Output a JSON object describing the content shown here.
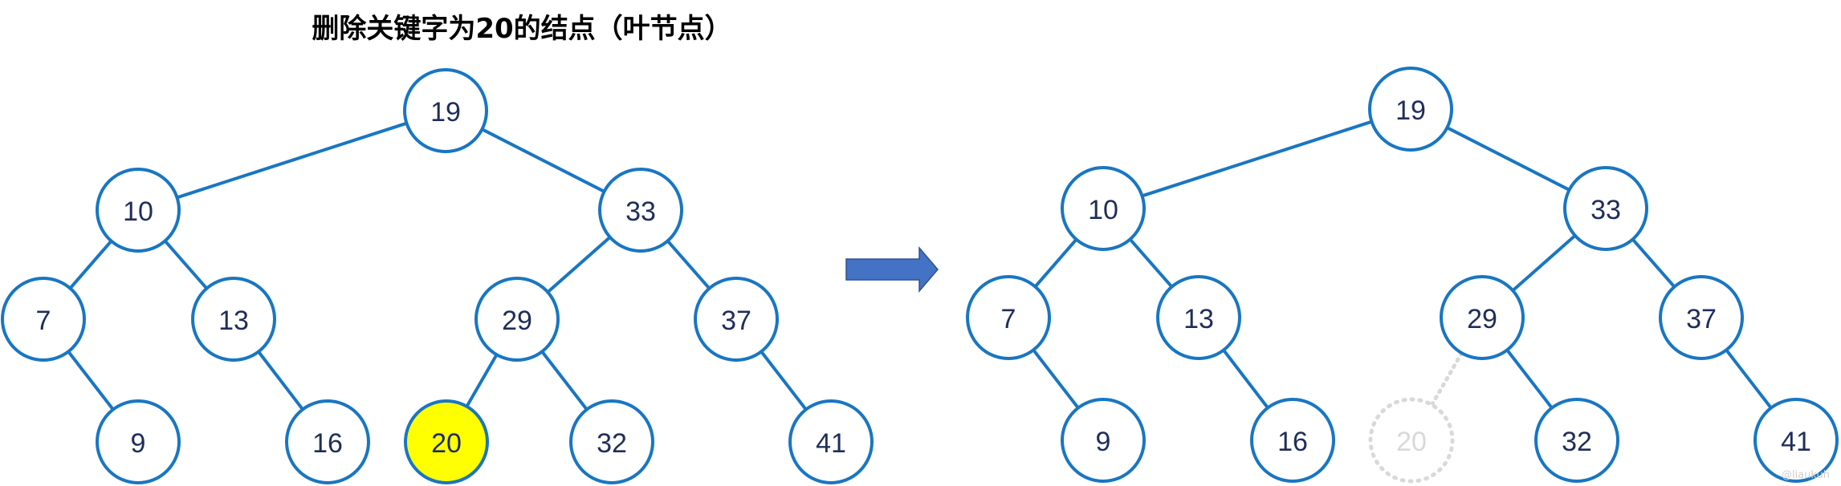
{
  "title": "删除关键字为20的结点（叶节点）",
  "colors": {
    "stroke": "#1976c2",
    "node_fill": "#ffffff",
    "highlight_fill": "#ffff00",
    "ghost_stroke": "#d9d9d9",
    "arrow": "#4472c4"
  },
  "trees": {
    "before": {
      "nodes": [
        "19",
        "10",
        "33",
        "7",
        "13",
        "29",
        "37",
        "9",
        "16",
        "20",
        "32",
        "41"
      ],
      "highlighted": "20"
    },
    "after": {
      "nodes": [
        "19",
        "10",
        "33",
        "7",
        "13",
        "29",
        "37",
        "9",
        "16",
        "20",
        "32",
        "41"
      ],
      "deleted": "20"
    }
  },
  "watermark": "@liaukuh"
}
